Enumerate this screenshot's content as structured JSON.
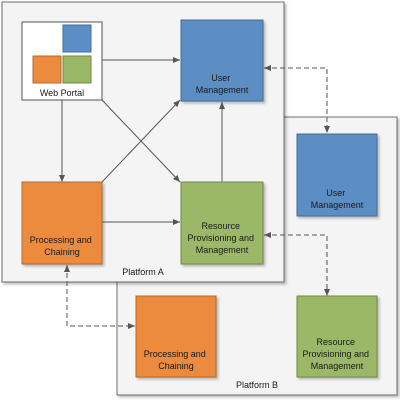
{
  "platforms": {
    "a": {
      "label": "Platform A"
    },
    "b": {
      "label": "Platform B"
    }
  },
  "nodes": {
    "web_portal": {
      "label": "Web Portal"
    },
    "user_mgmt_a": {
      "label_lines": [
        "User",
        "Management"
      ]
    },
    "processing_a": {
      "label_lines": [
        "Processing and",
        "Chaining"
      ]
    },
    "resource_a": {
      "label_lines": [
        "Resource",
        "Provisioning and",
        "Management"
      ]
    },
    "user_mgmt_b": {
      "label_lines": [
        "User",
        "Management"
      ]
    },
    "processing_b": {
      "label_lines": [
        "Processing and",
        "Chaining"
      ]
    },
    "resource_b": {
      "label_lines": [
        "Resource",
        "Provisioning and",
        "Management"
      ]
    }
  },
  "colors": {
    "blue": "#5b8ec4",
    "orange": "#ec8a3e",
    "green": "#9bb868",
    "platform_bg": "#f4f4f4",
    "platform_border": "#6d6d6d",
    "edge": "#555555"
  }
}
